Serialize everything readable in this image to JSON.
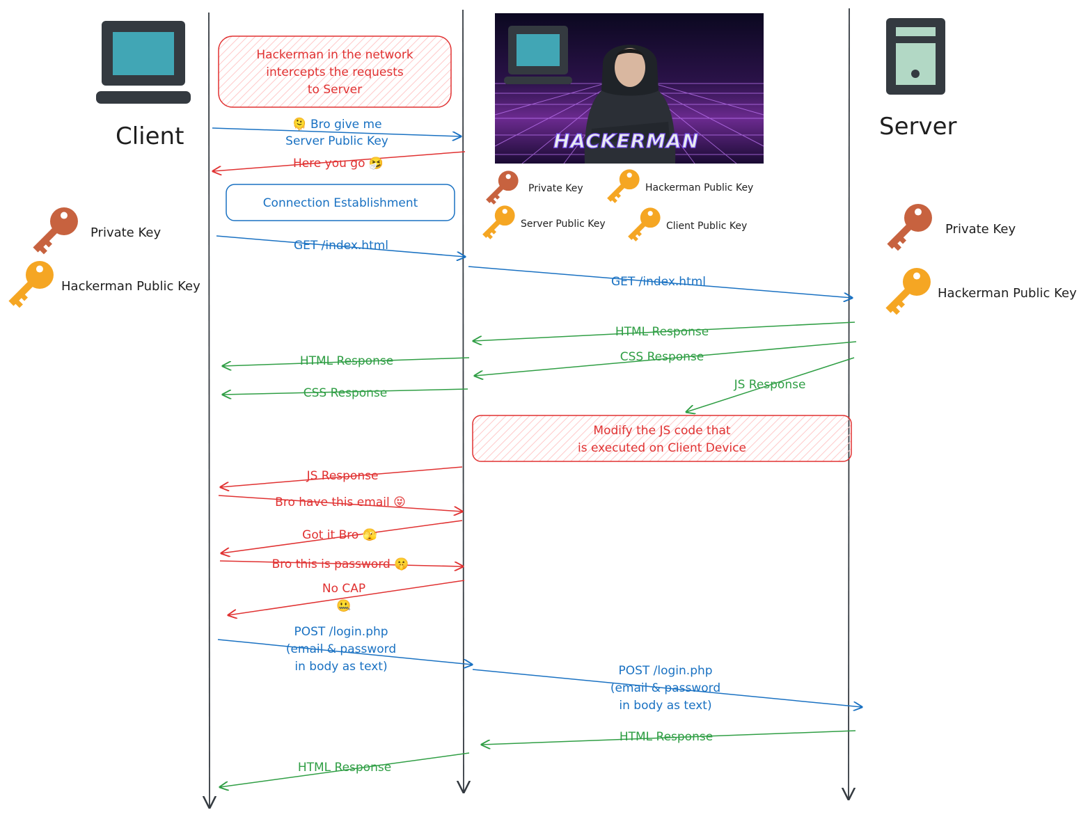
{
  "actors": {
    "client": {
      "label": "Client"
    },
    "server": {
      "label": "Server"
    },
    "hacker": {
      "banner_text": "HACKERMAN"
    }
  },
  "keys": {
    "client": [
      {
        "label": "Private Key",
        "color": "#c7623f"
      },
      {
        "label": "Hackerman Public Key",
        "color": "#f5a623"
      }
    ],
    "hacker": [
      {
        "label": "Private Key",
        "color": "#c7623f"
      },
      {
        "label": "Hackerman Public Key",
        "color": "#f5a623"
      },
      {
        "label": "Server Public Key",
        "color": "#f5a623"
      },
      {
        "label": "Client Public Key",
        "color": "#f5a623"
      }
    ],
    "server": [
      {
        "label": "Private Key",
        "color": "#c7623f"
      },
      {
        "label": "Hackerman Public Key",
        "color": "#f5a623"
      }
    ]
  },
  "notes": {
    "intercept": [
      "Hackerman in the network",
      "intercepts the requests",
      "to Server"
    ],
    "connection": "Connection Establishment",
    "modify": [
      "Modify the JS code that",
      "is executed on Client Device"
    ]
  },
  "messages": {
    "bro_give": [
      "🫠 Bro give me",
      "Server Public Key"
    ],
    "here_you_go": "Here you go 🤧",
    "get_index_1": "GET /index.html",
    "get_index_2": "GET /index.html",
    "html_resp_srv": "HTML Response",
    "css_resp_srv": "CSS Response",
    "js_resp_srv": "JS Response",
    "html_resp_cli": "HTML Response",
    "css_resp_cli": "CSS Response",
    "js_resp_cli": "JS Response",
    "email": "Bro have this email 😝",
    "got_it": "Got it Bro 🫣",
    "password": "Bro this is password 🤫",
    "no_cap": [
      "No CAP",
      "🤐"
    ],
    "post_1": [
      "POST /login.php",
      "(email & password",
      "in body as text)"
    ],
    "post_2": [
      "POST /login.php",
      "(email & password",
      "in body as text)"
    ],
    "html_final_srv": "HTML Response",
    "html_final_cli": "HTML Response"
  },
  "colors": {
    "blue": "#1971c2",
    "green": "#2f9e44",
    "red": "#e03131",
    "dark": "#343a40",
    "screen": "#41a6b5",
    "server_window": "#b2d8c5"
  }
}
